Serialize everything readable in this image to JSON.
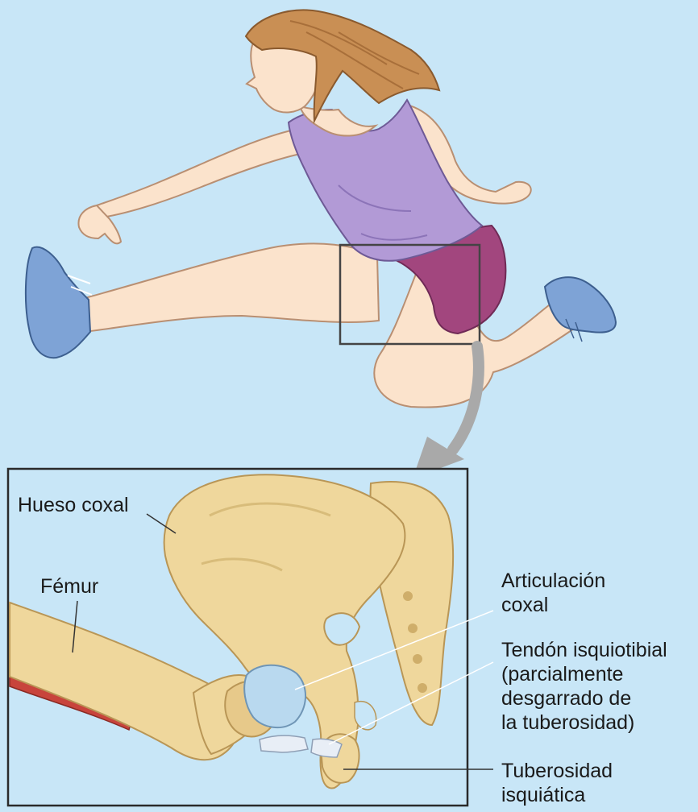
{
  "labels": {
    "hueso_coxal": "Hueso coxal",
    "femur": "Fémur",
    "articulacion": [
      "Articulación",
      "coxal"
    ],
    "tendon": [
      "Tendón isquiotibial",
      "(parcialmente",
      "desgarrado de",
      "la tuberosidad)"
    ],
    "tuberosidad": [
      "Tuberosidad",
      "isquiática"
    ]
  },
  "colors": {
    "background": "#c8e6f7",
    "skin": "#fbe3cc",
    "skin_outline": "#b98f72",
    "hair": "#c98f54",
    "tank_top": "#b29ad6",
    "shorts": "#a2467e",
    "shoe": "#7ea3d6",
    "bone": "#efd79c",
    "bone_shadow": "#cfae6a",
    "cartilage": "#b9d9ef",
    "muscle": "#c8443c",
    "arrow": "#a9a9a9",
    "box_border": "#2a2a2a"
  }
}
